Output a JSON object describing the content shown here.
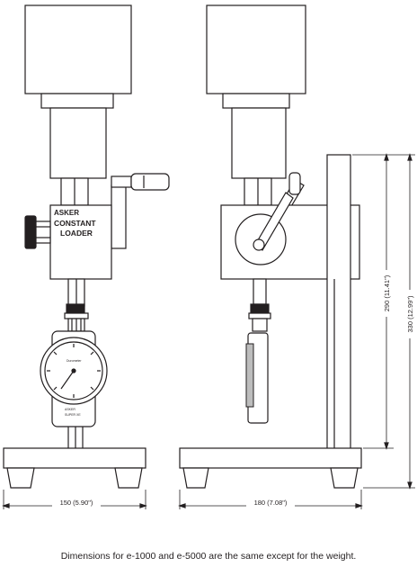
{
  "front_view": {
    "brand_label": "ASKER",
    "loader_label_line1": "CONSTANT",
    "loader_label_line2": "LOADER",
    "gauge_brand": "Durometer",
    "gauge_model_line1": "ASKER",
    "gauge_model_line2": "SUPER XE",
    "width_dimension": "150 (5.90\")"
  },
  "side_view": {
    "width_dimension": "180 (7.08\")",
    "height_dimension_inner": "290 (11.41\")",
    "height_dimension_outer": "330 (12.99\")"
  },
  "caption": "Dimensions for e-1000 and e-5000 are the same except for the weight."
}
